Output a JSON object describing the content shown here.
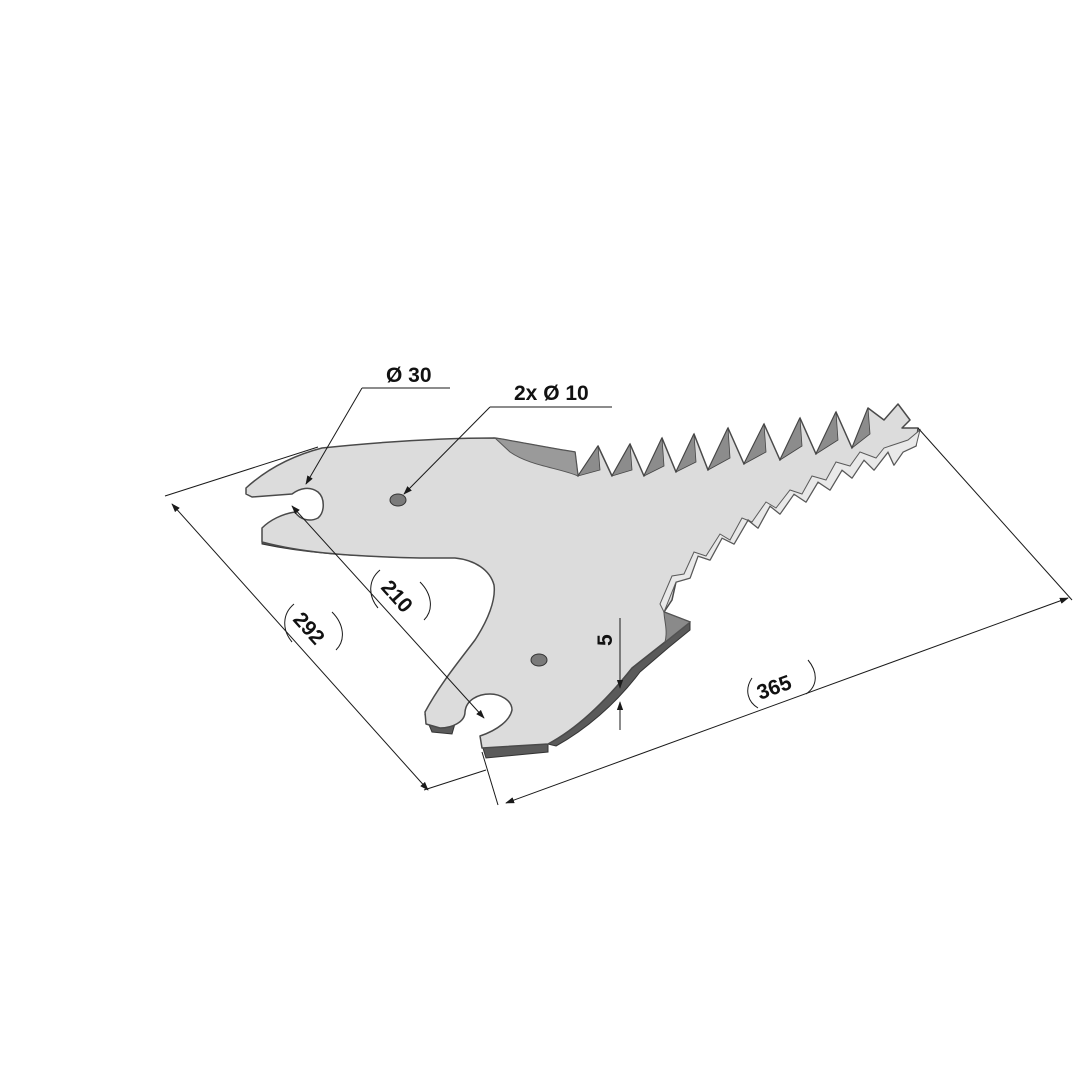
{
  "drawing": {
    "callouts": {
      "big_hole": "Ø 30",
      "small_holes": "2x Ø 10"
    },
    "dimensions": {
      "overall_width": "292",
      "hole_spacing": "210",
      "overall_length": "365",
      "thickness": "5"
    }
  },
  "colors": {
    "background": "#ffffff",
    "part_face": "#dcdcdc",
    "part_edge": "#4a4a4a",
    "line": "#1a1a1a"
  }
}
